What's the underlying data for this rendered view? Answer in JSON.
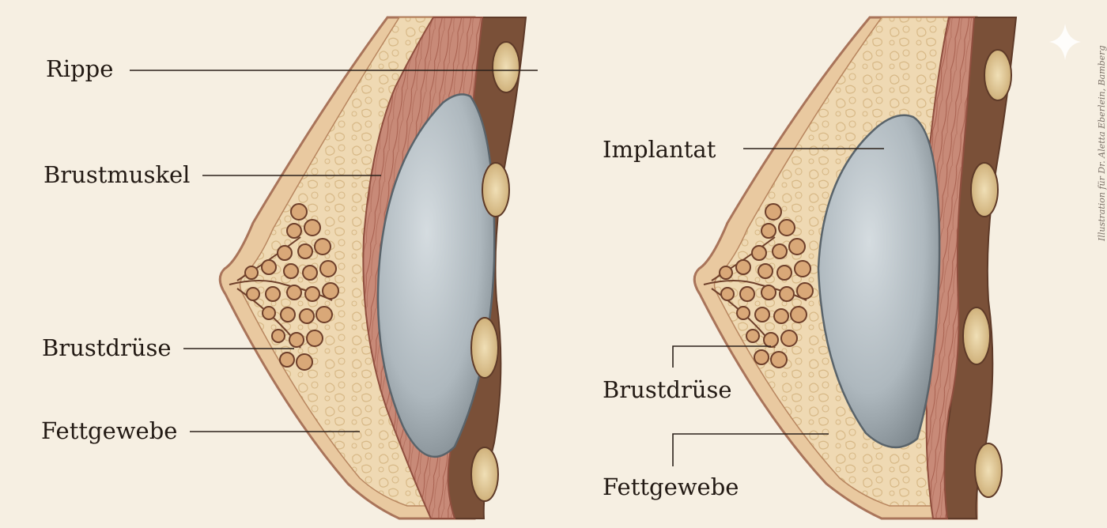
{
  "left_diagram": {
    "labels": {
      "rib": "Rippe",
      "pectoral_muscle": "Brustmuskel",
      "mammary_gland": "Brustdrüse",
      "fatty_tissue": "Fettgewebe"
    }
  },
  "right_diagram": {
    "labels": {
      "implant": "Implantat",
      "mammary_gland": "Brustdrüse",
      "fatty_tissue": "Fettgewebe"
    }
  },
  "credit": "Illustration für Dr. Aletta Eberlein, Bamberg",
  "colors": {
    "background": "#f6efe2",
    "skin_outline": "#a9745a",
    "fat": "#efd9b3",
    "muscle": "#c88a78",
    "muscle_dark": "#8f4e3e",
    "implant": "#b4bec4",
    "rib": "#e6cf9c",
    "chest_wall": "#7a5038"
  },
  "icons": [
    "sparkle-icon"
  ]
}
